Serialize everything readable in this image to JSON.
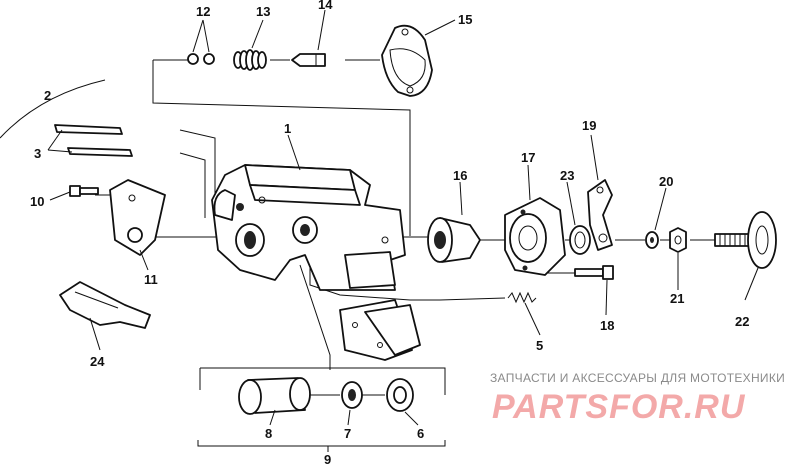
{
  "diagram": {
    "callouts": [
      {
        "id": "1",
        "label": "1"
      },
      {
        "id": "2",
        "label": "2"
      },
      {
        "id": "3",
        "label": "3"
      },
      {
        "id": "5",
        "label": "5"
      },
      {
        "id": "6",
        "label": "6"
      },
      {
        "id": "7",
        "label": "7"
      },
      {
        "id": "8",
        "label": "8"
      },
      {
        "id": "9",
        "label": "9"
      },
      {
        "id": "10",
        "label": "10"
      },
      {
        "id": "11",
        "label": "11"
      },
      {
        "id": "12",
        "label": "12"
      },
      {
        "id": "13",
        "label": "13"
      },
      {
        "id": "14",
        "label": "14"
      },
      {
        "id": "15",
        "label": "15"
      },
      {
        "id": "16",
        "label": "16"
      },
      {
        "id": "17",
        "label": "17"
      },
      {
        "id": "18",
        "label": "18"
      },
      {
        "id": "19",
        "label": "19"
      },
      {
        "id": "20",
        "label": "20"
      },
      {
        "id": "21",
        "label": "21"
      },
      {
        "id": "22",
        "label": "22"
      },
      {
        "id": "23",
        "label": "23"
      },
      {
        "id": "24",
        "label": "24"
      }
    ]
  },
  "watermark": {
    "tagline": "ЗАПЧАСТИ И АКСЕССУАРЫ ДЛЯ МОТОТЕХНИКИ",
    "logo": "PARTSFOR.RU",
    "color": "#f3a9a9"
  }
}
